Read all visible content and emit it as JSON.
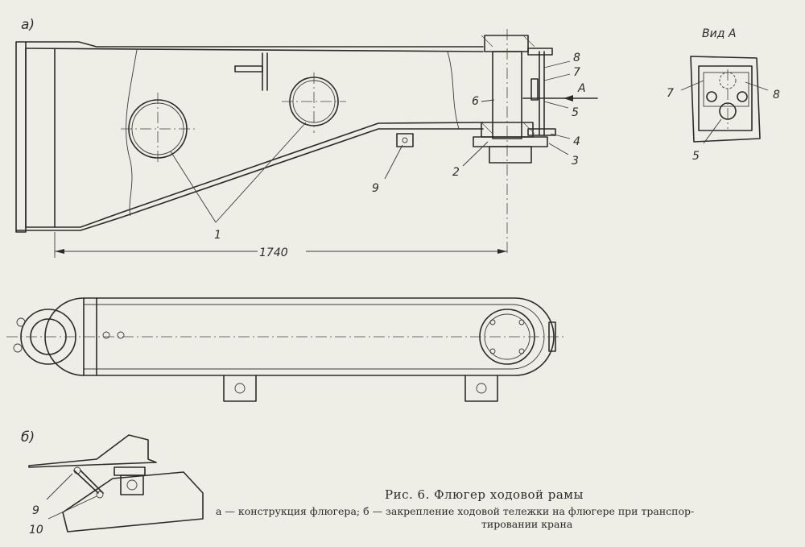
{
  "labels": {
    "view_a": "a)",
    "view_b": "б)",
    "view_arrow": "Вид А",
    "arrow_a": "А",
    "dimension": "1740",
    "n1": "1",
    "n2": "2",
    "n3": "3",
    "n4": "4",
    "n5": "5",
    "n6": "6",
    "n7": "7",
    "n8": "8",
    "n9": "9",
    "n10": "10",
    "va7": "7",
    "va8": "8",
    "va5": "5",
    "b9": "9"
  },
  "caption": {
    "title": "Рис. 6. Флюгер ходовой рамы",
    "line1": "а — конструкция флюгера; б — закрепление ходовой тележки на флюгере при транспор-",
    "line2": "тировании крана"
  }
}
